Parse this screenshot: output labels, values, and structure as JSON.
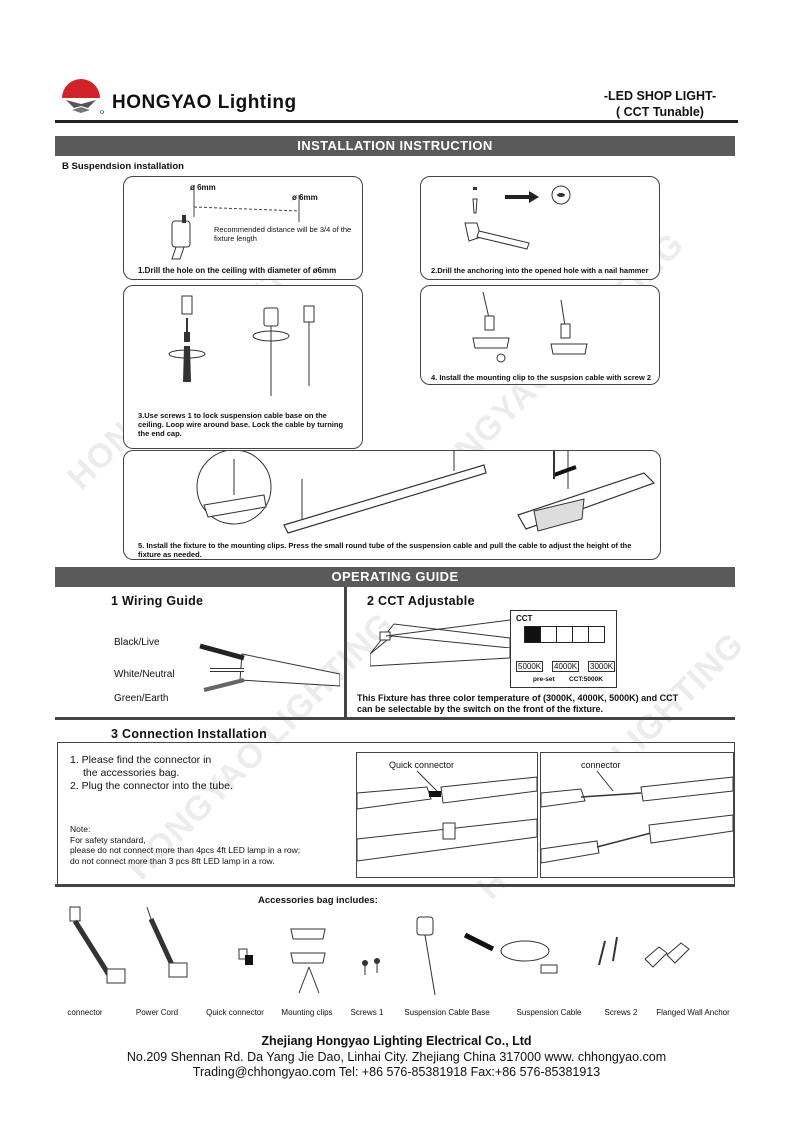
{
  "brand": {
    "name": "HONGYAO  Lighting"
  },
  "product": {
    "line1": "-LED SHOP LIGHT-",
    "line2": "( CCT  Tunable)"
  },
  "watermark": "HONGYAO LIGHTING",
  "install": {
    "title": "INSTALLATION INSTRUCTION",
    "section": "B Suspendsion installation",
    "dim_a": "ø 6mm",
    "dim_b": "ø 6mm",
    "recommended": "Recommended distance will be 3/4 of the fixture length",
    "step1": "1.Drill the hole on the ceiling with diameter of ø6mm",
    "step2": "2.Drill the anchoring into the opened hole with a nail hammer",
    "step3": "3.Use screws 1 to lock suspension cable base on the ceiling. Loop wire around base. Lock the cable by turning the end cap.",
    "step4": "4. Install the mounting clip to the suspsion cable with screw 2",
    "step5": "5. Install the fixture to the mounting clips. Press the small round tube of the suspension cable and pull the cable to adjust the height of the fixture as needed."
  },
  "operating": {
    "title": "OPERATING GUIDE",
    "wiring": {
      "heading": "1  Wiring Guide",
      "black": "Black/Live",
      "white": "White/Neutral",
      "green": "Green/Earth"
    },
    "cct": {
      "heading": "2  CCT Adjustable",
      "label": "CCT",
      "options": [
        "5000K",
        "4000K",
        "3000K"
      ],
      "preset": "pre-set",
      "preset_value": "CCT:5000K",
      "desc": "This Fixture has three color temperature of (3000K, 4000K, 5000K) and CCT can be selectable by the switch on the front of the fixture."
    },
    "connection": {
      "heading": "3  Connection Installation",
      "step1": "1. Please find the connector in",
      "step1b": "the accessories bag.",
      "step2": "2. Plug the connector into the tube.",
      "note_title": "Note:",
      "note1": "For safety standard,",
      "note2": "please do not connect more than 4pcs 4ft LED lamp in a row;",
      "note3": "do not connect more than 3 pcs 8ft LED lamp in a row.",
      "quick_label": "Quick connector",
      "conn_label": "connector"
    }
  },
  "accessories": {
    "title": "Accessories bag includes:",
    "items": [
      "connector",
      "Power Cord",
      "Quick connector",
      "Mounting clips",
      "Screws 1",
      "Suspension Cable Base",
      "Suspension Cable",
      "Screws 2",
      "Flanged Wall Anchor"
    ]
  },
  "footer": {
    "company": "Zhejiang Hongyao Lighting Electrical Co., Ltd",
    "address": "No.209 Shennan Rd. Da Yang Jie Dao, Linhai City. Zhejiang China 317000  www. chhongyao.com",
    "contact": "Trading@chhongyao.com  Tel: +86 576-85381918 Fax:+86 576-85381913"
  },
  "colors": {
    "logo_red": "#d2232a",
    "bar_gray": "#5a5a5a"
  }
}
